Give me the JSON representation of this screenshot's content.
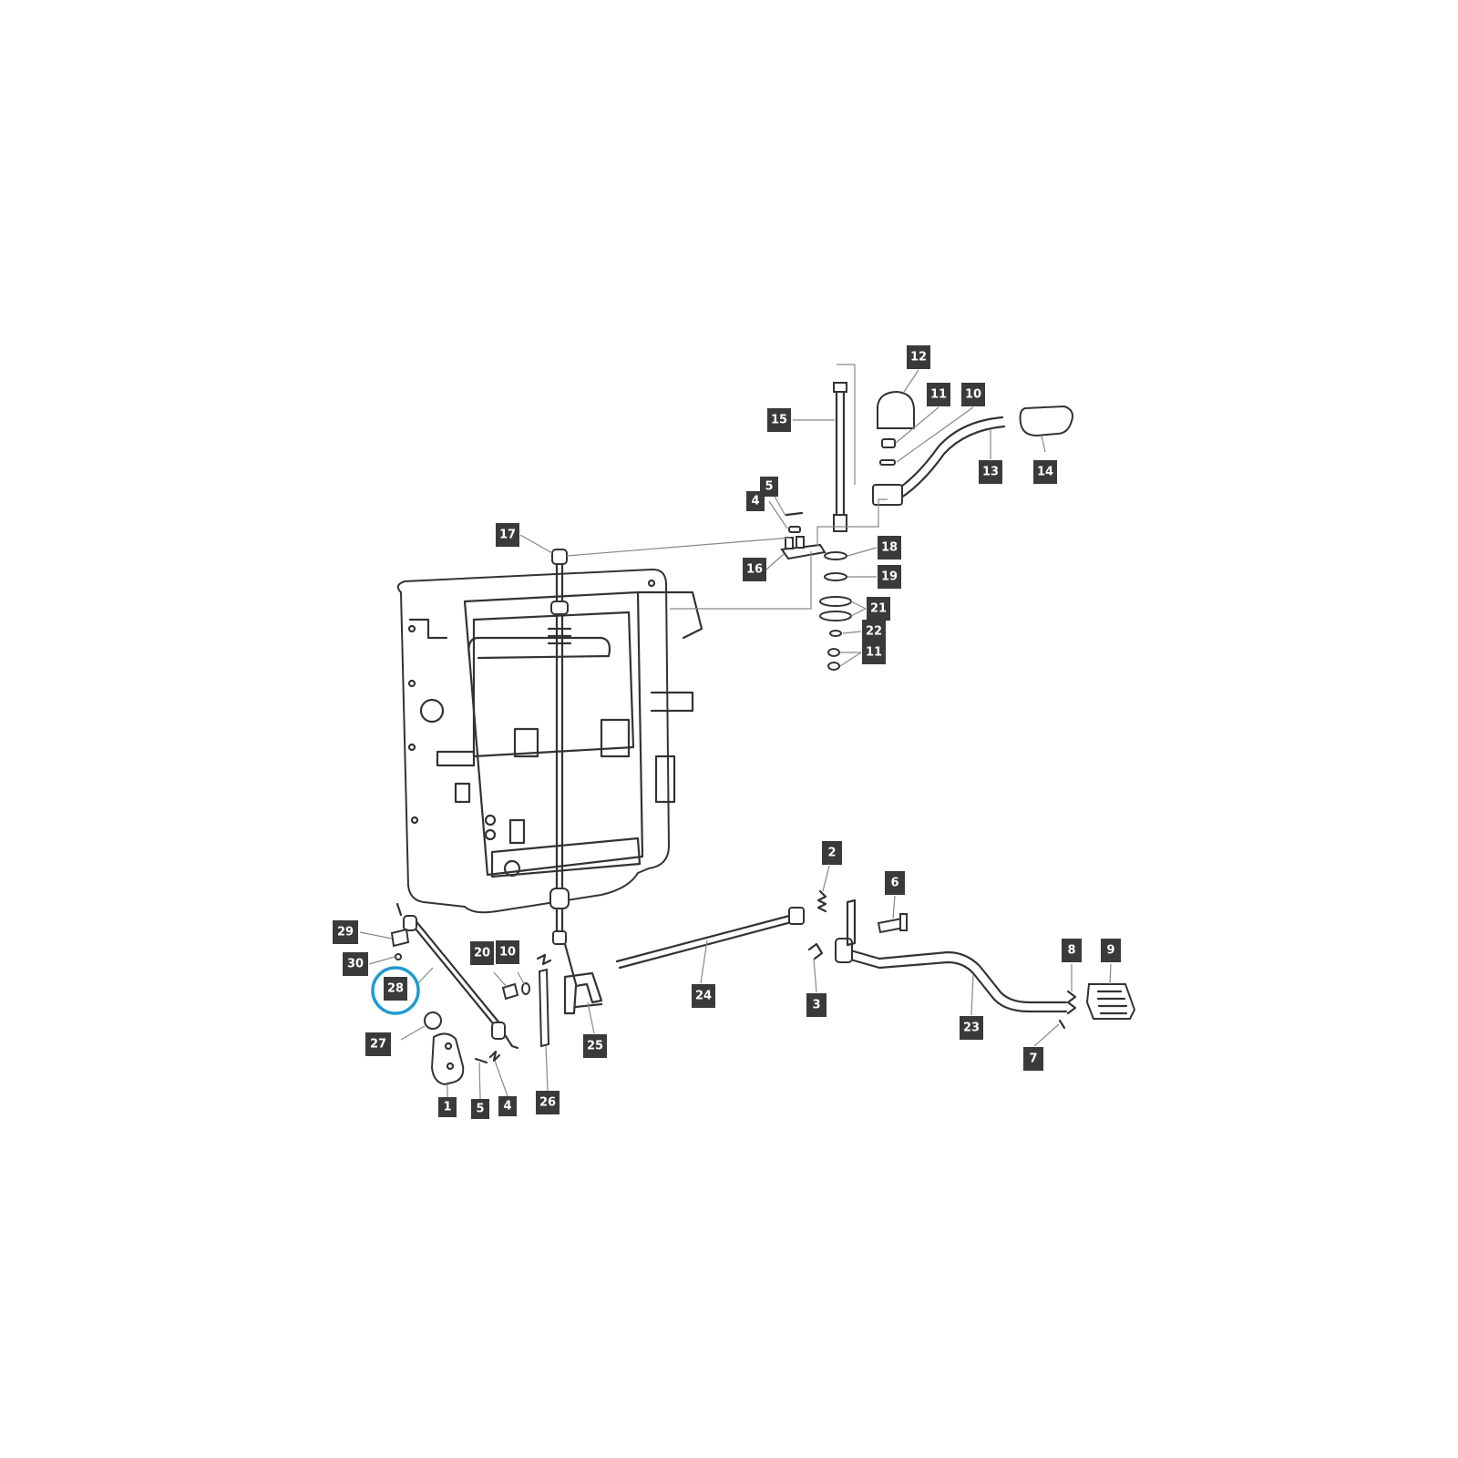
{
  "highlight": {
    "color": "#1f9bd1"
  },
  "callouts": [
    "12",
    "15",
    "11",
    "10",
    "13",
    "14",
    "5",
    "4",
    "17",
    "16",
    "18",
    "19",
    "21",
    "22",
    "11",
    "2",
    "6",
    "29",
    "30",
    "20",
    "10",
    "28",
    "24",
    "3",
    "8",
    "9",
    "23",
    "25",
    "27",
    "7",
    "1",
    "5",
    "4",
    "26"
  ]
}
